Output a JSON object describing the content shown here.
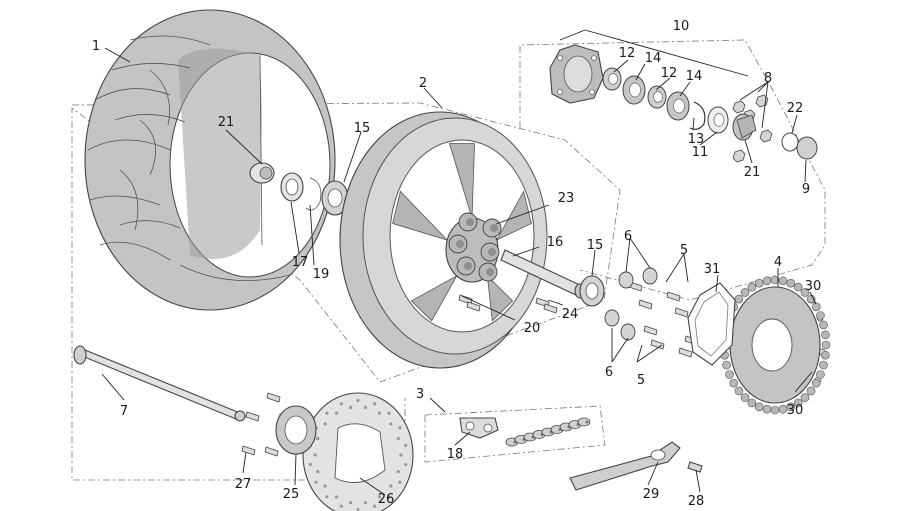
{
  "diagram": {
    "callouts": [
      {
        "id": "1",
        "label": "1"
      },
      {
        "id": "2",
        "label": "2"
      },
      {
        "id": "3",
        "label": "3"
      },
      {
        "id": "4",
        "label": "4"
      },
      {
        "id": "5a",
        "label": "5"
      },
      {
        "id": "5b",
        "label": "5"
      },
      {
        "id": "6a",
        "label": "6"
      },
      {
        "id": "6b",
        "label": "6"
      },
      {
        "id": "7",
        "label": "7"
      },
      {
        "id": "8",
        "label": "8"
      },
      {
        "id": "9",
        "label": "9"
      },
      {
        "id": "10",
        "label": "10"
      },
      {
        "id": "11",
        "label": "11"
      },
      {
        "id": "12a",
        "label": "12"
      },
      {
        "id": "12b",
        "label": "12"
      },
      {
        "id": "13",
        "label": "13"
      },
      {
        "id": "14a",
        "label": "14"
      },
      {
        "id": "14b",
        "label": "14"
      },
      {
        "id": "15a",
        "label": "15"
      },
      {
        "id": "15b",
        "label": "15"
      },
      {
        "id": "16",
        "label": "16"
      },
      {
        "id": "17",
        "label": "17"
      },
      {
        "id": "18",
        "label": "18"
      },
      {
        "id": "19",
        "label": "19"
      },
      {
        "id": "20",
        "label": "20"
      },
      {
        "id": "21a",
        "label": "21"
      },
      {
        "id": "21b",
        "label": "21"
      },
      {
        "id": "22",
        "label": "22"
      },
      {
        "id": "23",
        "label": "23"
      },
      {
        "id": "24",
        "label": "24"
      },
      {
        "id": "25",
        "label": "25"
      },
      {
        "id": "26",
        "label": "26"
      },
      {
        "id": "27",
        "label": "27"
      },
      {
        "id": "28",
        "label": "28"
      },
      {
        "id": "29",
        "label": "29"
      },
      {
        "id": "30a",
        "label": "30"
      },
      {
        "id": "30b",
        "label": "30"
      },
      {
        "id": "31",
        "label": "31"
      }
    ],
    "colors": {
      "tyre": "#c8c8c8",
      "tyre_dark": "#a9a9a9",
      "rim": "#cfcfcf",
      "rim_dark": "#9d9d9d",
      "metal": "#d9d9d9",
      "line": "#444444"
    }
  }
}
